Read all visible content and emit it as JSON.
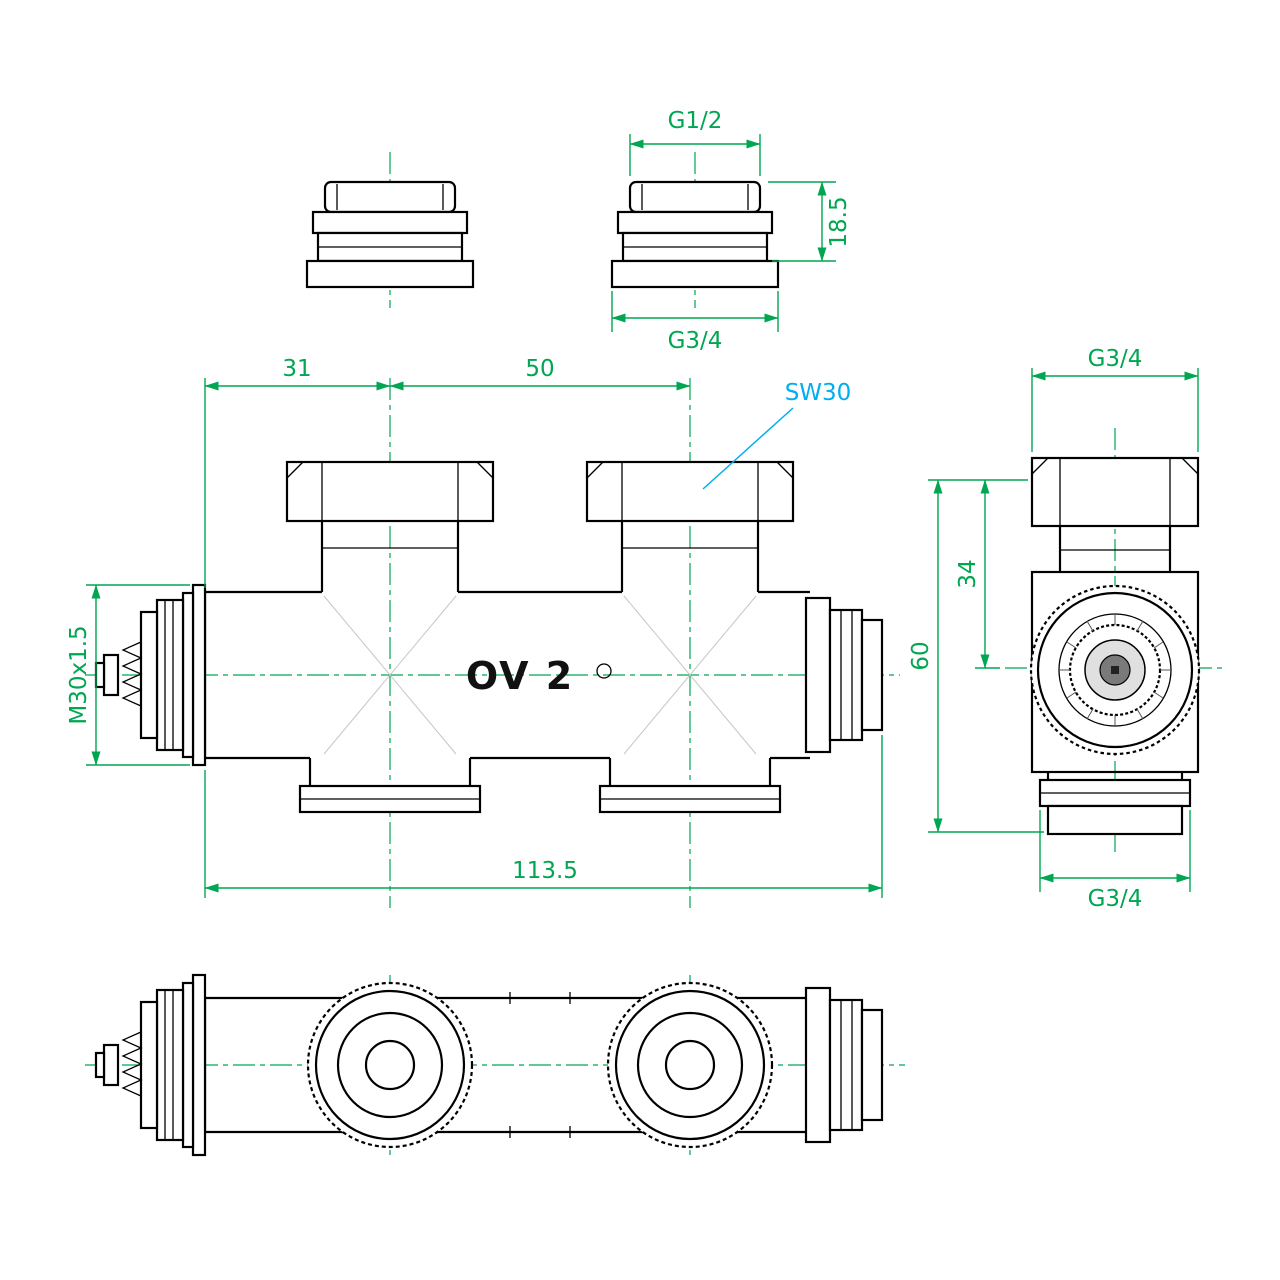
{
  "drawing": {
    "model_label": "OV 2",
    "type": "radiator valve manifold technical drawing"
  },
  "colors": {
    "dimension_green": "#00A651",
    "callout_blue": "#00AEEF",
    "geometry_black": "#000000"
  },
  "dims": {
    "adapter_top_thread": "G1/2",
    "adapter_height": "18.5",
    "adapter_bottom_thread": "G3/4",
    "front_offset": "31",
    "front_spacing": "50",
    "wrench_flat": "SW30",
    "thermostat_thread": "M30x1.5",
    "front_overall": "113.5",
    "side_top_thread": "G3/4",
    "side_center_height": "34",
    "side_overall_height": "60",
    "side_bottom_thread": "G3/4"
  }
}
